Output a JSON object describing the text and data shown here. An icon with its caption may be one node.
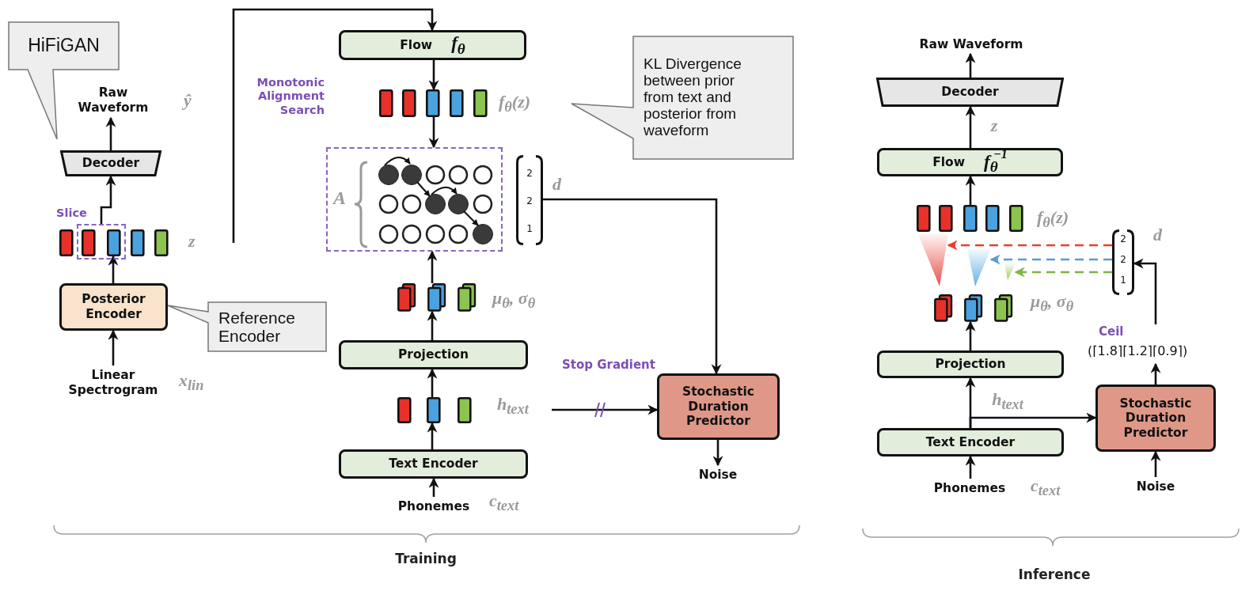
{
  "diagram": {
    "nodes": [
      {
        "text": [
          "HiFiGAN"
        ]
      },
      {
        "text": [
          "Raw Waveform"
        ],
        "beside": [
          "ŷ"
        ]
      },
      {
        "text": [
          "Decoder"
        ]
      },
      {
        "text": [],
        "shape": "bar",
        "beside": [
          "z"
        ]
      },
      {
        "text": [
          "Slice"
        ]
      },
      {
        "text": [
          "Posterior Encoder"
        ]
      },
      {
        "text": [
          "Reference Encoder"
        ]
      },
      {
        "text": [
          "Linear Spectrogram"
        ],
        "beside": [
          "x$_{lin}$"
        ]
      },
      {
        "text": [
          "Flow",
          "f$_{θ}$"
        ]
      },
      {
        "text": [],
        "shape": "bar",
        "beside": [
          "f$_{θ}$(z)"
        ]
      },
      {
        "text": [
          "KL Divergence between prior from text and posterior from waveform"
        ]
      },
      {
        "text": [
          "Monotonic Alignment Search"
        ]
      },
      {
        "text": [
          "2",
          "2",
          "1"
        ],
        "beside": [
          "d"
        ]
      },
      {
        "text": [],
        "shape": "bar",
        "beside": [
          "μ$_{θ}$, σ$_{θ}$"
        ]
      },
      {
        "text": [
          "Projection"
        ]
      },
      {
        "text": [],
        "shape": "bar",
        "beside": [
          "h$_{text}$"
        ]
      },
      {
        "text": [
          "Text Encoder"
        ]
      },
      {
        "text": [
          "Phonemes"
        ],
        "beside": [
          "c$_{text}$"
        ]
      },
      {
        "text": [
          "Stochastic Duration Predictor"
        ]
      },
      {
        "text": [
          "Noise"
        ]
      },
      {
        "text": [
          "Raw Waveform"
        ]
      },
      {
        "text": [
          "Decoder"
        ]
      },
      {
        "text": [
          "Flow",
          "f$_{θ}$$^{−1}$"
        ]
      },
      {
        "text": [],
        "shape": "bar",
        "beside": [
          "f$_{θ}$(z)"
        ]
      },
      {
        "text": [
          "2",
          "2",
          "1"
        ],
        "beside": [
          "d"
        ]
      },
      {
        "text": [],
        "shape": "bar",
        "beside": [
          "μ$_{θ}$, σ$_{θ}$"
        ]
      },
      {
        "text": [
          "Projection"
        ]
      },
      {
        "text": [
          "Text Encoder"
        ]
      },
      {
        "text": [
          "Phonemes"
        ],
        "beside": [
          "c$_{text}$"
        ]
      },
      {
        "text": [
          "Stochastic Duration Predictor"
        ]
      },
      {
        "text": [
          "Noise"
        ]
      },
      {
        "text": [
          "Ceil",
          "(⌈1.8⌉⌈1.2⌉⌈0.9⌉)"
        ]
      },
      {
        "text": [],
        "shape": "triangle"
      },
      {
        "text": [],
        "shape": "triangle"
      },
      {
        "text": [],
        "shape": "triangle"
      }
    ],
    "edges": [
      {
        "from": 3,
        "to": 8,
        "arrow": "to"
      },
      {
        "from": 4,
        "to": 2,
        "arrow": "to"
      },
      {
        "from": 2,
        "to": 1,
        "arrow": "to"
      },
      {
        "from": 5,
        "to": 3,
        "arrow": "to"
      },
      {
        "from": 7,
        "to": 5,
        "arrow": "to"
      },
      {
        "from": 8,
        "to": 9,
        "arrow": "to"
      },
      {
        "from": 9,
        "to": 11,
        "arrow": "to"
      },
      {
        "from": 13,
        "to": 11,
        "arrow": "to"
      },
      {
        "from": 14,
        "to": 13,
        "arrow": "to"
      },
      {
        "from": 15,
        "to": 14,
        "arrow": "to"
      },
      {
        "from": 16,
        "to": 15,
        "arrow": "to"
      },
      {
        "from": 17,
        "to": 16,
        "arrow": "to"
      },
      {
        "from": 12,
        "to": 18,
        "arrow": "to"
      },
      {
        "from": 15,
        "to": 18,
        "arrow": "to",
        "label": "Stop Gradient"
      },
      {
        "from": 18,
        "to": 19,
        "arrow": "to"
      },
      {
        "from": 21,
        "to": 20,
        "arrow": "to"
      },
      {
        "from": 22,
        "to": 21,
        "arrow": "to",
        "label": "z"
      },
      {
        "from": 23,
        "to": 22,
        "arrow": "to"
      },
      {
        "from": 24,
        "to": 32,
        "arrow": "to",
        "style": "dashed",
        "color": "#e8402f"
      },
      {
        "from": 24,
        "to": 33,
        "arrow": "to",
        "style": "dashed",
        "color": "#5b9bd5"
      },
      {
        "from": 24,
        "to": 34,
        "arrow": "to",
        "style": "dashed",
        "color": "#7cb342"
      },
      {
        "from": 26,
        "to": 25,
        "arrow": "to"
      },
      {
        "from": 27,
        "to": 26,
        "arrow": "to"
      },
      {
        "from": 27,
        "to": 29,
        "arrow": "to",
        "label": "h$_{text}$"
      },
      {
        "from": 28,
        "to": 27,
        "arrow": "to"
      },
      {
        "from": 30,
        "to": 29,
        "arrow": "to"
      },
      {
        "from": 29,
        "to": 31,
        "arrow": "to"
      },
      {
        "from": 31,
        "to": 24,
        "arrow": "to"
      }
    ],
    "labels": [
      "A",
      "Training",
      "Inference"
    ]
  }
}
